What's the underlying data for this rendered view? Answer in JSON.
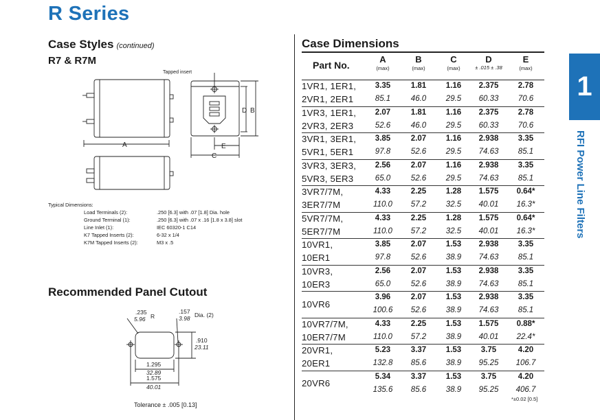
{
  "page": {
    "series_title": "R Series",
    "section_number": "1",
    "section_label": "RFI Power Line Filters"
  },
  "case_styles": {
    "title": "Case Styles",
    "continued": "(continued)",
    "models": "R7 & R7M",
    "callout_tapped_insert": "Tapped insert",
    "dim_labels": {
      "a": "A",
      "b": "B",
      "c": "C",
      "d": "D",
      "e": "E"
    },
    "typical_title": "Typical Dimensions:",
    "typical_rows": [
      {
        "label": "Load Terminals (2):",
        "value": ".250 [6.3] with .07 [1.8] Dia. hole"
      },
      {
        "label": "Ground Terminal (1):",
        "value": ".250 [6.3] with .07 x .16 [1.8 x 3.8] slot"
      },
      {
        "label": "Line Inlet (1):",
        "value": "IEC 60320-1 C14"
      },
      {
        "label": "K7 Tapped Inserts (2):",
        "value": "6-32 x 1/4"
      },
      {
        "label": "K7M Tapped Inserts (2):",
        "value": "M3 x .5"
      }
    ]
  },
  "cutout": {
    "title": "Recommended Panel Cutout",
    "r_in": ".235",
    "r_mm": "5.96",
    "r_label": "R",
    "dia_in": ".157",
    "dia_mm": "3.98",
    "dia_label": "Dia. (2)",
    "h_in": ".910",
    "h_mm": "23.11",
    "w1_in": "1.295",
    "w1_mm": "32.89",
    "w2_in": "1.575",
    "w2_mm": "40.01",
    "tolerance": "Tolerance ± .005 [0.13]"
  },
  "dimensions": {
    "title": "Case Dimensions",
    "part_header": "Part No.",
    "columns": [
      {
        "letter": "A",
        "sub": "(max)",
        "tol": ""
      },
      {
        "letter": "B",
        "sub": "(max)",
        "tol": ""
      },
      {
        "letter": "C",
        "sub": "(max)",
        "tol": ""
      },
      {
        "letter": "D",
        "sub": "",
        "tol": "± .015 ± .38"
      },
      {
        "letter": "E",
        "sub": "(max)",
        "tol": ""
      }
    ],
    "groups": [
      {
        "part1": "1VR1, 1ER1,",
        "part2": "2VR1, 2ER1",
        "inch": [
          "3.35",
          "1.81",
          "1.16",
          "2.375",
          "2.78"
        ],
        "mm": [
          "85.1",
          "46.0",
          "29.5",
          "60.33",
          "70.6"
        ]
      },
      {
        "part1": "1VR3, 1ER1,",
        "part2": "2VR3, 2ER3",
        "inch": [
          "2.07",
          "1.81",
          "1.16",
          "2.375",
          "2.78"
        ],
        "mm": [
          "52.6",
          "46.0",
          "29.5",
          "60.33",
          "70.6"
        ]
      },
      {
        "part1": "3VR1, 3ER1,",
        "part2": "5VR1, 5ER1",
        "inch": [
          "3.85",
          "2.07",
          "1.16",
          "2.938",
          "3.35"
        ],
        "mm": [
          "97.8",
          "52.6",
          "29.5",
          "74.63",
          "85.1"
        ]
      },
      {
        "part1": "3VR3, 3ER3,",
        "part2": "5VR3, 5ER3",
        "inch": [
          "2.56",
          "2.07",
          "1.16",
          "2.938",
          "3.35"
        ],
        "mm": [
          "65.0",
          "52.6",
          "29.5",
          "74.63",
          "85.1"
        ]
      },
      {
        "part1": "3VR7/7M,",
        "part2": "3ER7/7M",
        "inch": [
          "4.33",
          "2.25",
          "1.28",
          "1.575",
          "0.64*"
        ],
        "mm": [
          "110.0",
          "57.2",
          "32.5",
          "40.01",
          "16.3*"
        ]
      },
      {
        "part1": "5VR7/7M,",
        "part2": "5ER7/7M",
        "inch": [
          "4.33",
          "2.25",
          "1.28",
          "1.575",
          "0.64*"
        ],
        "mm": [
          "110.0",
          "57.2",
          "32.5",
          "40.01",
          "16.3*"
        ]
      },
      {
        "part1": "10VR1,",
        "part2": "10ER1",
        "inch": [
          "3.85",
          "2.07",
          "1.53",
          "2.938",
          "3.35"
        ],
        "mm": [
          "97.8",
          "52.6",
          "38.9",
          "74.63",
          "85.1"
        ]
      },
      {
        "part1": "10VR3,",
        "part2": "10ER3",
        "inch": [
          "2.56",
          "2.07",
          "1.53",
          "2.938",
          "3.35"
        ],
        "mm": [
          "65.0",
          "52.6",
          "38.9",
          "74.63",
          "85.1"
        ]
      },
      {
        "part1": "10VR6",
        "part2": "",
        "inch": [
          "3.96",
          "2.07",
          "1.53",
          "2.938",
          "3.35"
        ],
        "mm": [
          "100.6",
          "52.6",
          "38.9",
          "74.63",
          "85.1"
        ]
      },
      {
        "part1": "10VR7/7M,",
        "part2": "10ER7/7M",
        "inch": [
          "4.33",
          "2.25",
          "1.53",
          "1.575",
          "0.88*"
        ],
        "mm": [
          "110.0",
          "57.2",
          "38.9",
          "40.01",
          "22.4*"
        ]
      },
      {
        "part1": "20VR1,",
        "part2": "20ER1",
        "inch": [
          "5.23",
          "3.37",
          "1.53",
          "3.75",
          "4.20"
        ],
        "mm": [
          "132.8",
          "85.6",
          "38.9",
          "95.25",
          "106.7"
        ]
      },
      {
        "part1": "20VR6",
        "part2": "",
        "inch": [
          "5.34",
          "3.37",
          "1.53",
          "3.75",
          "4.20"
        ],
        "mm": [
          "135.6",
          "85.6",
          "38.9",
          "95.25",
          "406.7"
        ]
      }
    ],
    "footnote": "*±0.02 [0.5]"
  }
}
